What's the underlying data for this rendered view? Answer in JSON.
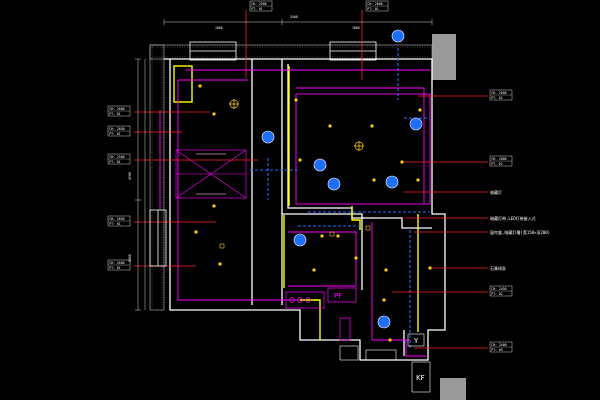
{
  "drawing": {
    "background": "#000000",
    "colors": {
      "wall": "#ffffff",
      "ceiling_line": "#ff00ff",
      "leader": "#ff2020",
      "duct": "#2a6bff",
      "wall_face": "#ffff00",
      "fixture": "#ffd000",
      "sprinkler": "#1f6fff",
      "exterior_block": "#9a9a9a",
      "dimension": "#d0d0d0"
    },
    "dimensions": {
      "top_overall": "3400",
      "top_left": "1600",
      "top_right": "1800",
      "left_overall": "4500",
      "left_lower": "1800"
    },
    "callouts_left": [
      {
        "line1": "CH: 2600",
        "line2": "PT: 01"
      },
      {
        "line1": "CH: 2650",
        "line2": "PT: 01"
      },
      {
        "line1": "CH: 2500",
        "line2": "PT: 01"
      },
      {
        "line1": "CH: 2650",
        "line2": "PT: 01"
      },
      {
        "line1": "CH: 2600",
        "line2": "PT: 01"
      }
    ],
    "callouts_top": [
      {
        "line1": "CH: 2500",
        "line2": "PT: 01"
      },
      {
        "line1": "CH: 2800",
        "line2": "PT: 01"
      }
    ],
    "callouts_right": [
      {
        "line1": "CH: 2600",
        "line2": "PT: 02"
      },
      {
        "line1": "CH: 2800",
        "line2": "PT: 02"
      },
      {
        "line1": "CH: 2450",
        "line2": "PT: 02"
      },
      {
        "line1": "CH: 2400",
        "line2": "PT: 03"
      }
    ],
    "notes_right": [
      "暗藏灯",
      "暗藏灯带,LED灯带嵌入式",
      "窗帘盒,暗藏灯槽(宽150×深200)",
      "石膏线条"
    ],
    "fixture_marks": {
      "pf": "PF",
      "y": "Y",
      "kf": "KF"
    }
  }
}
